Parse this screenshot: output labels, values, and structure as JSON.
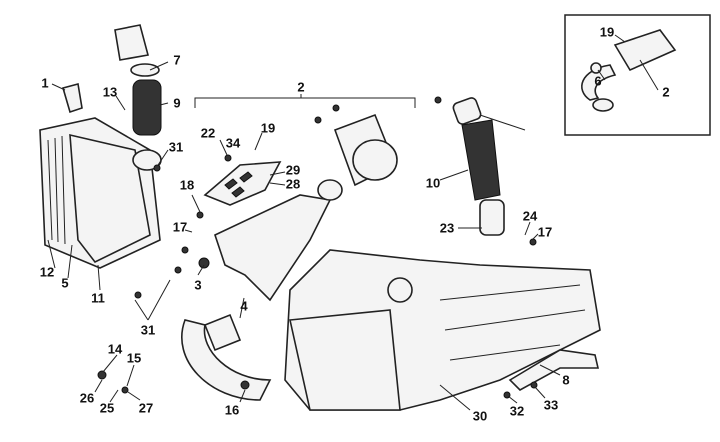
{
  "diagram": {
    "type": "exploded-parts-diagram",
    "callouts": [
      "1",
      "13",
      "7",
      "9",
      "31",
      "22",
      "34",
      "19",
      "29",
      "28",
      "18",
      "17",
      "3",
      "4",
      "31",
      "12",
      "5",
      "11",
      "2",
      "10",
      "23",
      "24",
      "17",
      "14",
      "15",
      "26",
      "25",
      "27",
      "16",
      "30",
      "32",
      "33",
      "8"
    ],
    "inset_callouts": [
      "19",
      "6",
      "2"
    ]
  }
}
